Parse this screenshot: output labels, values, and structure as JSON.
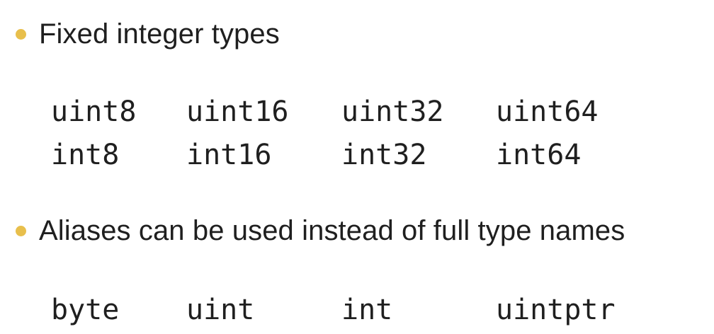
{
  "colors": {
    "bullet": "#e8bf4c",
    "text": "#1f1f1f"
  },
  "bullets": [
    {
      "text": "Fixed integer types"
    },
    {
      "text": "Aliases can be used instead of full type names"
    }
  ],
  "fixed_types": {
    "rows": [
      [
        "uint8",
        "uint16",
        "uint32",
        "uint64"
      ],
      [
        "int8",
        "int16",
        "int32",
        "int64"
      ]
    ]
  },
  "aliases": {
    "row": [
      "byte",
      "uint",
      "int",
      "uintptr"
    ]
  }
}
